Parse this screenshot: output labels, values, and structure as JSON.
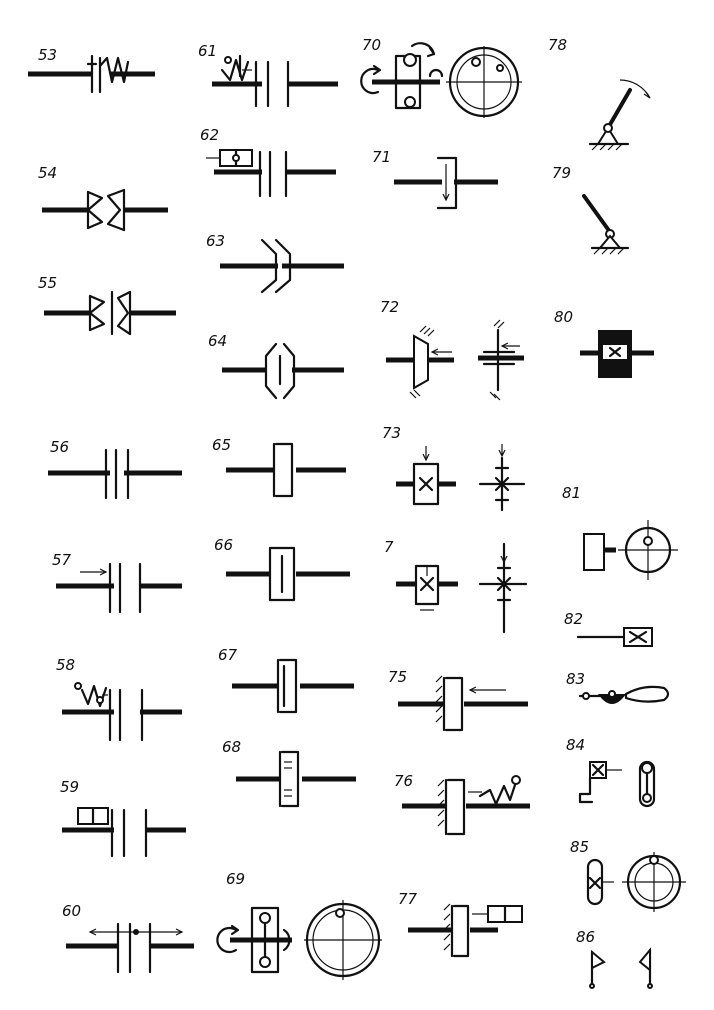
{
  "symbols": [
    {
      "num": "53"
    },
    {
      "num": "54"
    },
    {
      "num": "55"
    },
    {
      "num": "56"
    },
    {
      "num": "57"
    },
    {
      "num": "58"
    },
    {
      "num": "59"
    },
    {
      "num": "60"
    },
    {
      "num": "61"
    },
    {
      "num": "62"
    },
    {
      "num": "63"
    },
    {
      "num": "64"
    },
    {
      "num": "65"
    },
    {
      "num": "66"
    },
    {
      "num": "67"
    },
    {
      "num": "68"
    },
    {
      "num": "69"
    },
    {
      "num": "70"
    },
    {
      "num": "71"
    },
    {
      "num": "72"
    },
    {
      "num": "73"
    },
    {
      "num": "7"
    },
    {
      "num": "75"
    },
    {
      "num": "76"
    },
    {
      "num": "77"
    },
    {
      "num": "78"
    },
    {
      "num": "79"
    },
    {
      "num": "80"
    },
    {
      "num": "81"
    },
    {
      "num": "82"
    },
    {
      "num": "83"
    },
    {
      "num": "84"
    },
    {
      "num": "85"
    },
    {
      "num": "86"
    }
  ]
}
